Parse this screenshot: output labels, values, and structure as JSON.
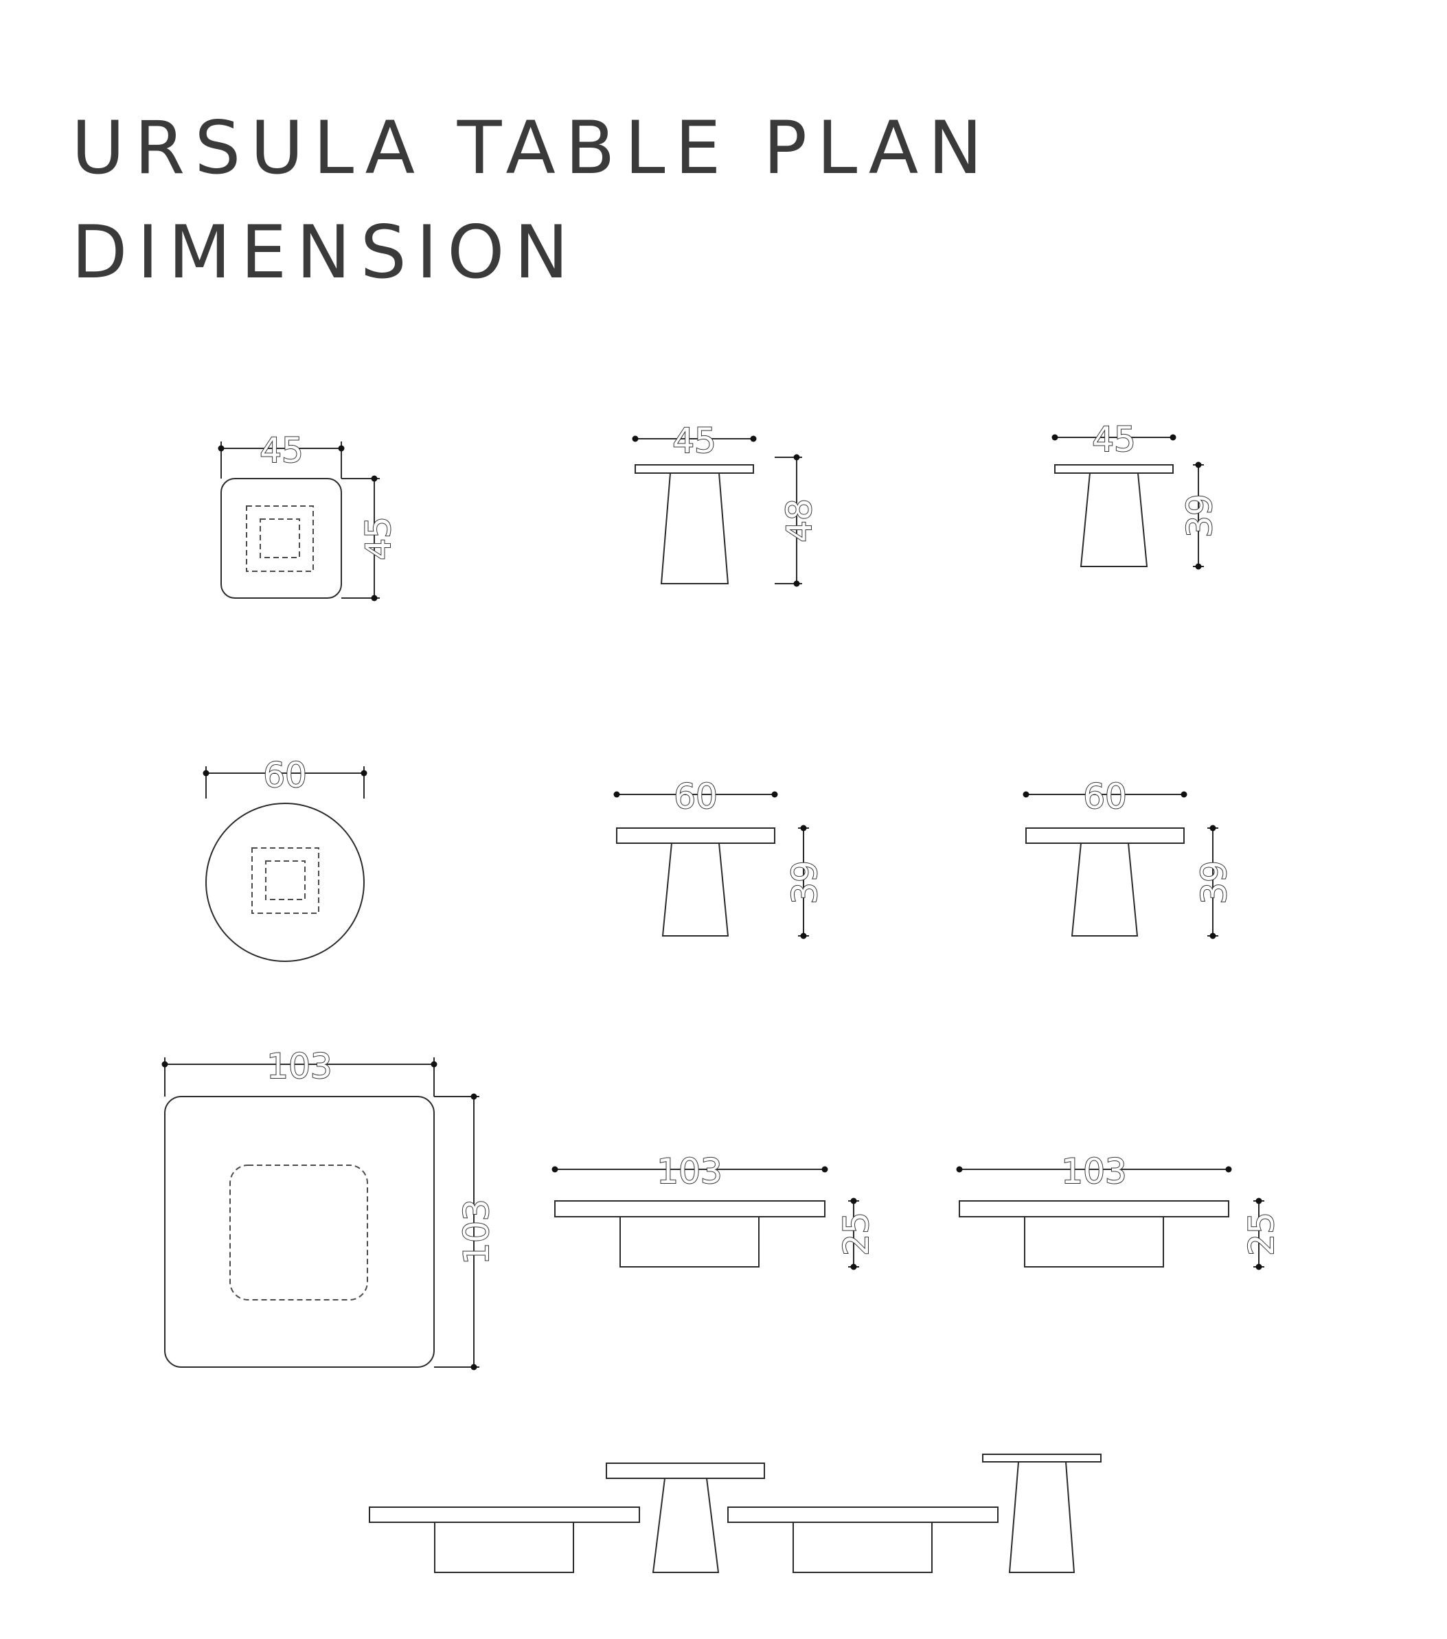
{
  "title": {
    "line1": "URSULA TABLE PLAN",
    "line2": "DIMENSION"
  },
  "dimensions": {
    "small_square_plan": {
      "width": "45",
      "depth": "45"
    },
    "small_tall_elevation": {
      "width": "45",
      "height": "48"
    },
    "small_short_elevation": {
      "width": "45",
      "height": "39"
    },
    "round_plan": {
      "diameter": "60"
    },
    "round_elevation_a": {
      "width": "60",
      "height": "39"
    },
    "round_elevation_b": {
      "width": "60",
      "height": "39"
    },
    "large_square_plan": {
      "width": "103",
      "depth": "103"
    },
    "large_elevation_a": {
      "width": "103",
      "height": "25"
    },
    "large_elevation_b": {
      "width": "103",
      "height": "25"
    }
  }
}
